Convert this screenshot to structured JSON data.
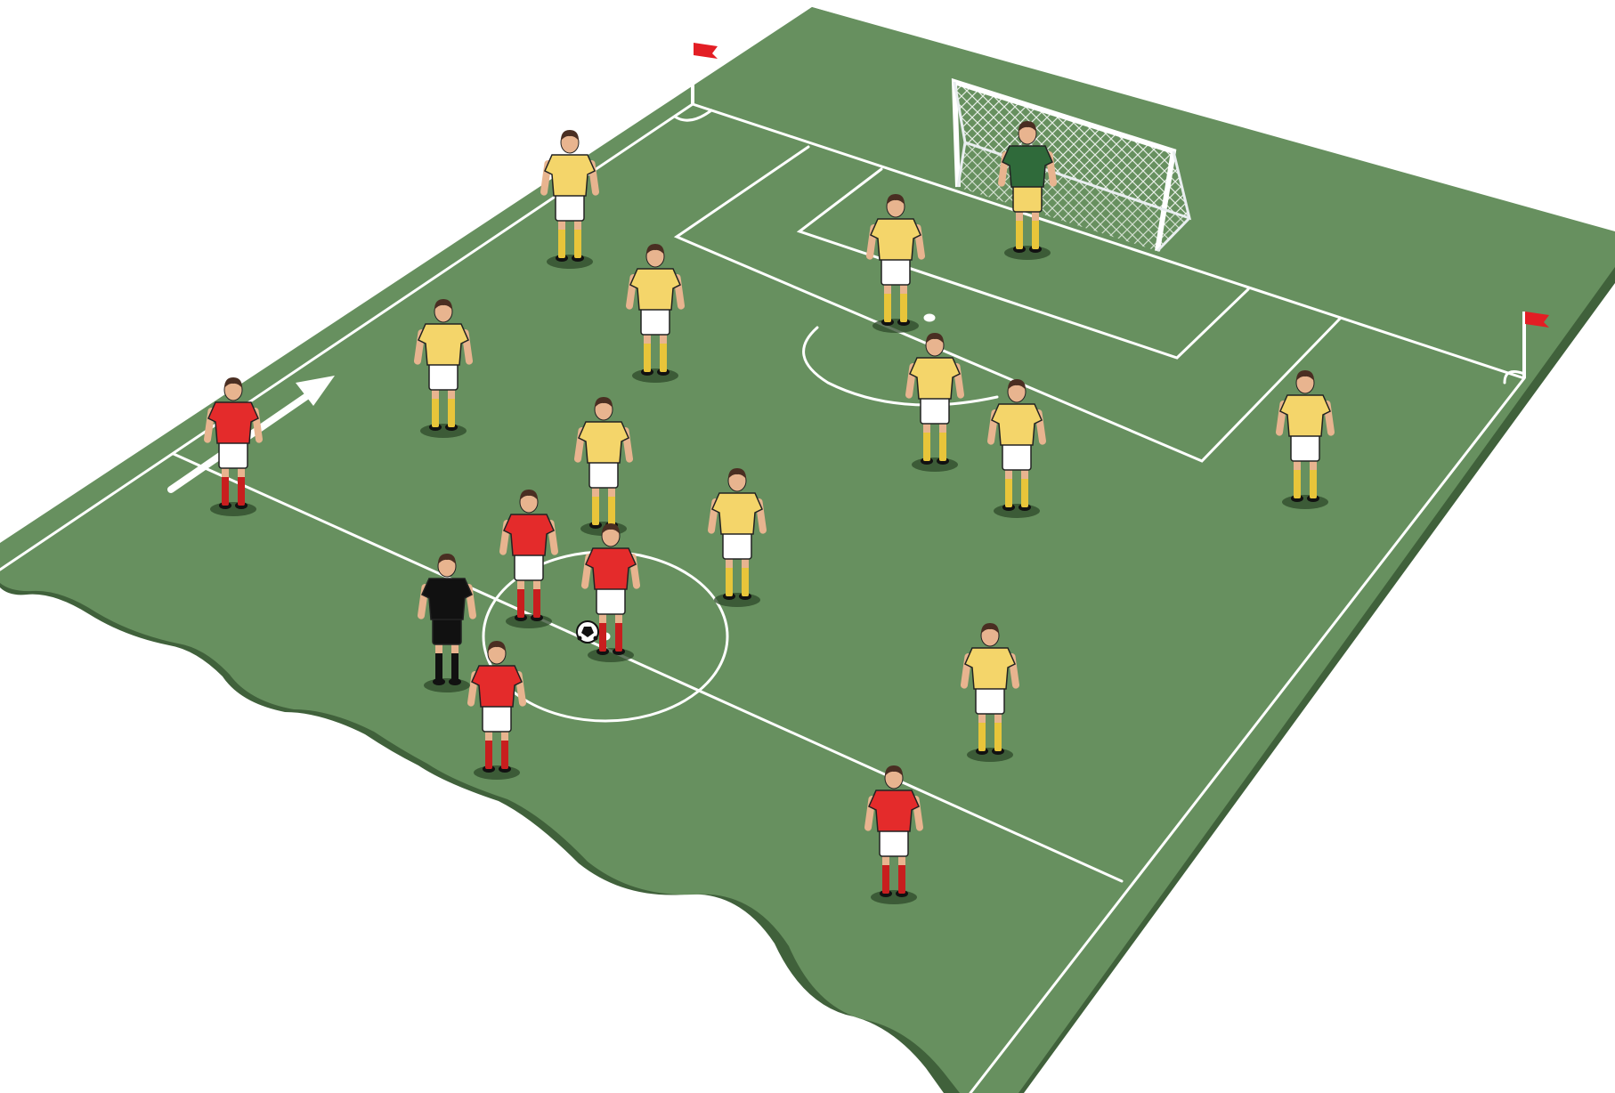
{
  "colors": {
    "grass": "#67905f",
    "grass_edge": "#40613b",
    "lines": "#ffffff",
    "team_red": "#e42b2b",
    "team_yellow": "#f4d56a",
    "shorts": "#ffffff",
    "socks_red": "#c81e1e",
    "socks_yellow": "#e8c53a",
    "goalkeeper": "#2f6a3a",
    "referee": "#111111",
    "skin": "#e8b48f",
    "hair": "#4a2e22",
    "flag": "#e31e24",
    "ball": "#ffffff"
  },
  "diagram": {
    "scene": "football-pitch-kickoff",
    "arrow_icon": "arrow-right-icon",
    "flag_icon": "corner-flag-icon",
    "ball_icon": "soccer-ball-icon"
  },
  "players": [
    {
      "team": "yellow",
      "role": "player"
    },
    {
      "team": "yellow",
      "role": "player"
    },
    {
      "team": "yellow",
      "role": "player"
    },
    {
      "team": "yellow",
      "role": "player"
    },
    {
      "team": "yellow",
      "role": "player"
    },
    {
      "team": "yellow",
      "role": "player"
    },
    {
      "team": "yellow",
      "role": "player"
    },
    {
      "team": "yellow",
      "role": "player"
    },
    {
      "team": "yellow",
      "role": "player"
    },
    {
      "team": "yellow",
      "role": "player"
    },
    {
      "team": "green",
      "role": "goalkeeper"
    },
    {
      "team": "red",
      "role": "player"
    },
    {
      "team": "red",
      "role": "player"
    },
    {
      "team": "red",
      "role": "player"
    },
    {
      "team": "red",
      "role": "player"
    },
    {
      "team": "red",
      "role": "player"
    },
    {
      "team": "black",
      "role": "referee"
    }
  ]
}
